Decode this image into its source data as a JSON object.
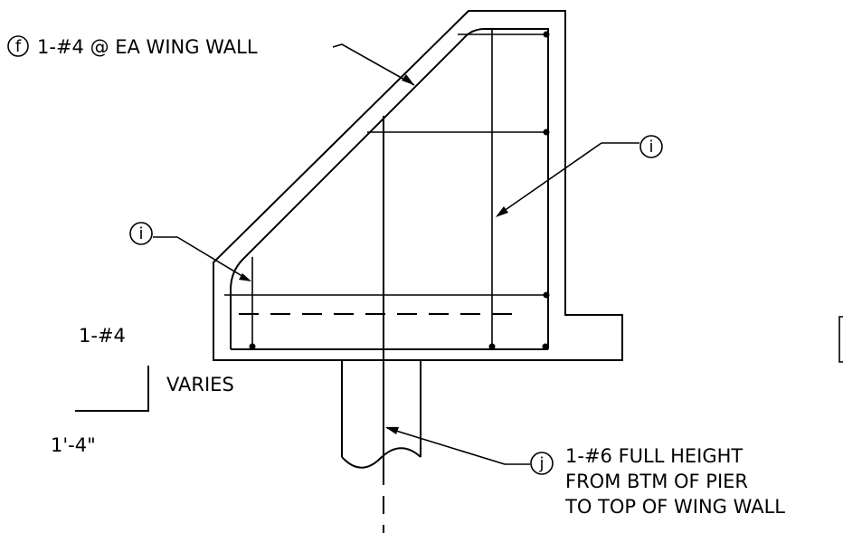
{
  "labels": {
    "f_bubble": "f",
    "f_note": "1-#4 @ EA WING WALL",
    "i_bubble_right": "i",
    "i_bubble_left": "i",
    "bar_count": "1-#4",
    "varies": "VARIES",
    "dimension": "1'-4\"",
    "j_bubble": "j",
    "j_note_line1": "1-#6 FULL HEIGHT",
    "j_note_line2": "FROM BTM OF PIER",
    "j_note_line3": "TO TOP OF WING WALL"
  }
}
